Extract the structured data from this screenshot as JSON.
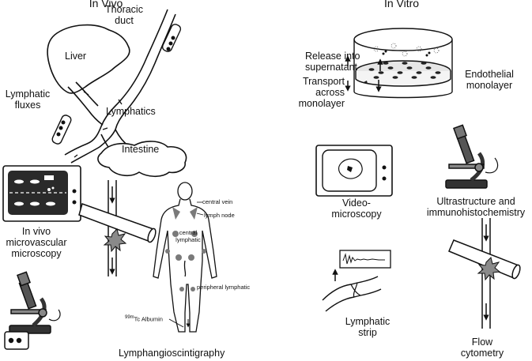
{
  "panels": {
    "in_vivo": {
      "title": "In Vivo",
      "labels": {
        "thoracic_duct": "Thoracic\nduct",
        "liver": "Liver",
        "lymphatic_fluxes": "Lymphatic\nfluxes",
        "lymphatics": "Lymphatics",
        "intestine": "Intestine",
        "microscopy": "In vivo\nmicrovascular\nmicroscopy",
        "central_vein": "central vein",
        "lymph_node": "lymph node",
        "central_lymphatic": "central\nlymphatic",
        "peripheral_lymphatic": "peripheral lymphatic",
        "albumin_sup": "99m",
        "albumin": "Tc Albumin",
        "lymphangioscintigraphy": "Lymphangioscintigraphy"
      }
    },
    "in_vitro": {
      "title": "In Vitro",
      "labels": {
        "release": "Release into\nsupernatant",
        "transport": "Transport\nacross\nmonolayer",
        "endothelial": "Endothelial\nmonolayer",
        "videomicroscopy": "Video-\nmicroscopy",
        "ultrastructure": "Ultrastructure and\nimmunohistochemistry",
        "lymphatic_strip": "Lymphatic\nstrip",
        "flow_cytometry": "Flow\ncytometry"
      }
    }
  },
  "icons": [
    "liver-icon",
    "thoracic-duct-icon",
    "test-tube-icon",
    "intestine-icon",
    "monitor-icon",
    "microscope-icon",
    "vessel-icon",
    "human-figure-icon",
    "culture-dish-icon",
    "strip-chart-icon"
  ]
}
